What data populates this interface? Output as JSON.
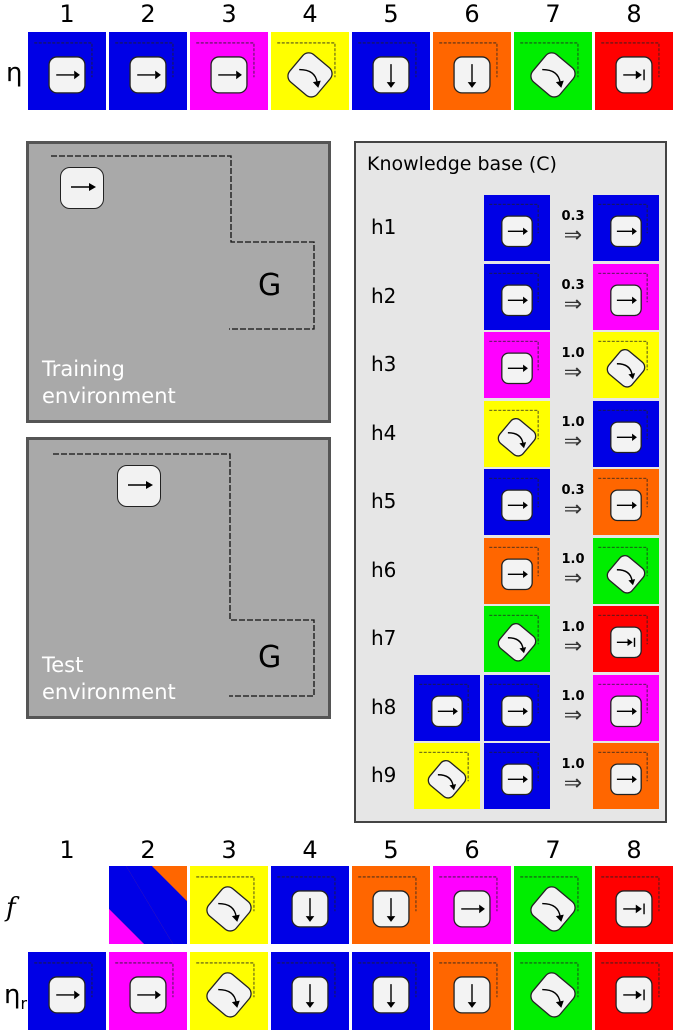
{
  "colors": {
    "blue": "#0000e6",
    "magenta": "#ff00ff",
    "yellow": "#ffff00",
    "orange": "#ff6600",
    "green": "#00ee00",
    "red": "#ff0000",
    "env_fill": "#a9a9a9",
    "kb_fill": "#e6e6e6"
  },
  "top_row": {
    "label": "η",
    "numbers": [
      "1",
      "2",
      "3",
      "4",
      "5",
      "6",
      "7",
      "8"
    ],
    "tiles": [
      {
        "color": "blue",
        "icon": "arrow-right-icon"
      },
      {
        "color": "blue",
        "icon": "arrow-right-icon"
      },
      {
        "color": "magenta",
        "icon": "arrow-right-icon"
      },
      {
        "color": "yellow",
        "icon": "arrow-turn-icon"
      },
      {
        "color": "blue",
        "icon": "arrow-down-icon"
      },
      {
        "color": "orange",
        "icon": "arrow-down-icon"
      },
      {
        "color": "green",
        "icon": "arrow-turn-icon"
      },
      {
        "color": "red",
        "icon": "arrow-stop-icon"
      }
    ]
  },
  "training_env": {
    "label_line1": "Training",
    "label_line2": "environment",
    "goal": "G"
  },
  "test_env": {
    "label_line1": "Test",
    "label_line2": "environment",
    "goal": "G"
  },
  "knowledge_base": {
    "title": "Knowledge base (C)",
    "rules": [
      {
        "label": "h1",
        "pre": [
          "blue"
        ],
        "prob": "0.3",
        "post": "blue"
      },
      {
        "label": "h2",
        "pre": [
          "blue"
        ],
        "prob": "0.3",
        "post": "magenta"
      },
      {
        "label": "h3",
        "pre": [
          "magenta"
        ],
        "prob": "1.0",
        "post": "yellow"
      },
      {
        "label": "h4",
        "pre": [
          "yellow"
        ],
        "prob": "1.0",
        "post": "blue"
      },
      {
        "label": "h5",
        "pre": [
          "blue"
        ],
        "prob": "0.3",
        "post": "orange"
      },
      {
        "label": "h6",
        "pre": [
          "orange"
        ],
        "prob": "1.0",
        "post": "green"
      },
      {
        "label": "h7",
        "pre": [
          "green"
        ],
        "prob": "1.0",
        "post": "red"
      },
      {
        "label": "h8",
        "pre": [
          "blue",
          "blue"
        ],
        "prob": "1.0",
        "post": "magenta"
      },
      {
        "label": "h9",
        "pre": [
          "yellow",
          "blue"
        ],
        "prob": "1.0",
        "post": "orange"
      }
    ]
  },
  "bottom_rows": {
    "numbers": [
      "1",
      "2",
      "3",
      "4",
      "5",
      "6",
      "7",
      "8"
    ],
    "f_label": "f",
    "eta_r_label": "η",
    "eta_r_sub": "r",
    "f_tiles": [
      {
        "color": "split",
        "icon": ""
      },
      {
        "color": "yellow",
        "icon": "arrow-turn-icon"
      },
      {
        "color": "blue",
        "icon": "arrow-down-icon"
      },
      {
        "color": "orange",
        "icon": "arrow-down-icon"
      },
      {
        "color": "magenta",
        "icon": "arrow-right-icon"
      },
      {
        "color": "green",
        "icon": "arrow-turn-icon"
      },
      {
        "color": "red",
        "icon": "arrow-stop-icon"
      }
    ],
    "eta_r_tiles": [
      {
        "color": "blue",
        "icon": "arrow-right-icon"
      },
      {
        "color": "magenta",
        "icon": "arrow-right-icon"
      },
      {
        "color": "yellow",
        "icon": "arrow-turn-icon"
      },
      {
        "color": "blue",
        "icon": "arrow-down-icon"
      },
      {
        "color": "blue",
        "icon": "arrow-down-icon"
      },
      {
        "color": "orange",
        "icon": "arrow-down-icon"
      },
      {
        "color": "green",
        "icon": "arrow-turn-icon"
      },
      {
        "color": "red",
        "icon": "arrow-stop-icon"
      }
    ]
  }
}
